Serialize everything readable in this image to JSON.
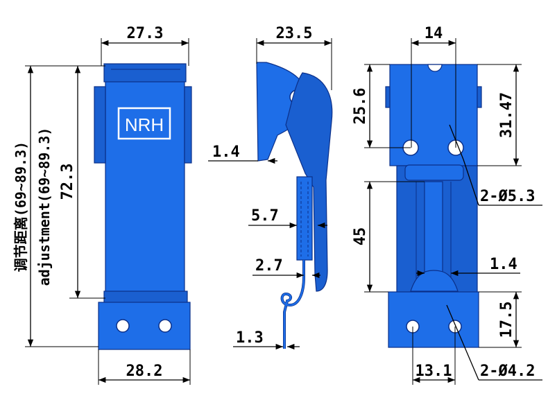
{
  "logo": {
    "text": "NRH"
  },
  "front_view": {
    "width_top": "27.3",
    "width_bottom": "28.2",
    "height": "72.3",
    "adjustment_label": "adjustment(69~89.3)",
    "adjustment_label_cn": "调节距离(69~89.3)"
  },
  "side_view": {
    "width_top": "23.5",
    "thickness_1": "1.4",
    "thickness_2": "5.7",
    "thickness_3": "2.7",
    "thickness_4": "1.3"
  },
  "back_view": {
    "hole_spacing_top": "14",
    "height_top_left": "25.6",
    "height_top_right": "31.47",
    "hole_callout_top": "2-Ø5.3",
    "slot_length": "45",
    "slot_thickness": "1.4",
    "base_height": "17.5",
    "hole_spacing_bottom": "13.1",
    "hole_callout_bottom": "2-Ø4.2"
  },
  "colors": {
    "part": "#1e6ee8",
    "outline": "#0b2f88",
    "dimension": "#000000"
  }
}
